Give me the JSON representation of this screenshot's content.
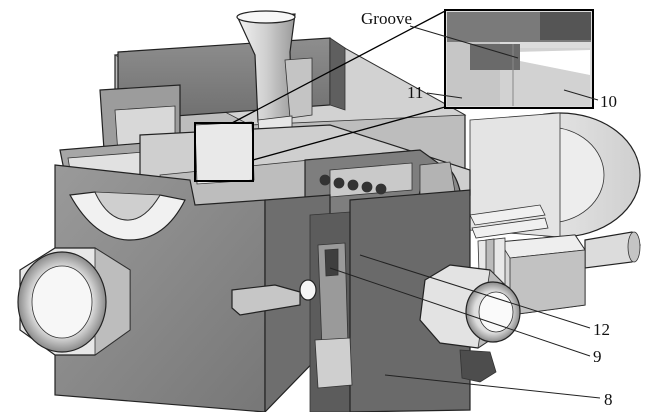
{
  "figure": {
    "description_labels": {
      "groove": "Groove",
      "part_11": "11",
      "part_10": "10",
      "part_12": "12",
      "part_9": "9",
      "part_8": "8"
    }
  }
}
